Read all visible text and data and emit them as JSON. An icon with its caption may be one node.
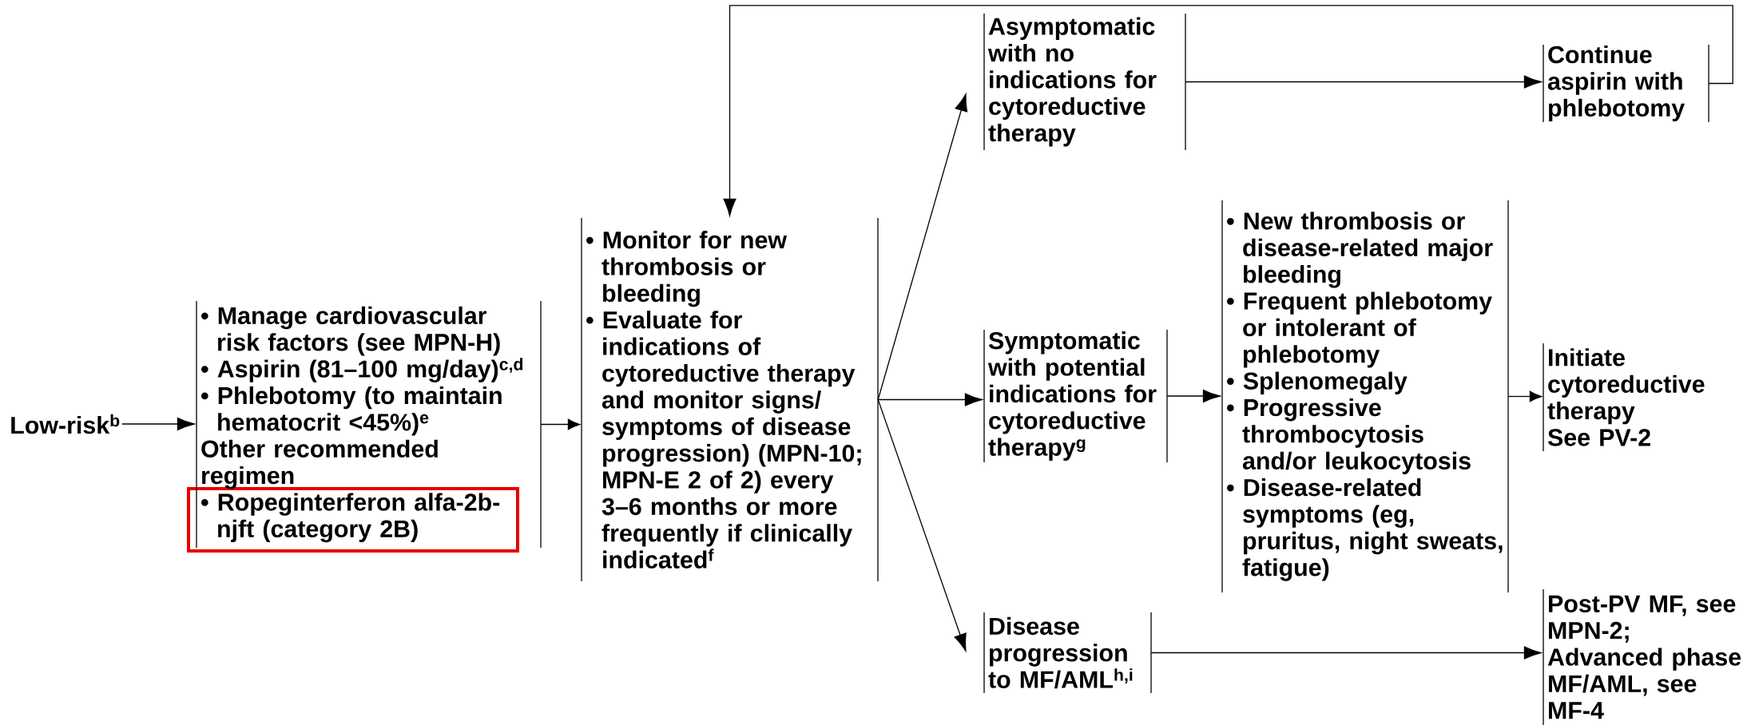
{
  "diagram": {
    "nodes": [
      {
        "text": [
          "Low-risk$^{b}$"
        ]
      },
      {
        "text": [
          "• Manage cardiovascular risk factors (see MPN-H)",
          "• Aspirin (81–100 mg/day)$^{c,d}$",
          "• Phlebotomy (to maintain hematocrit <45%)$^{e}$",
          "Other recommended regimen",
          "• Ropeginterferon alfa-2b-njft (category 2B)"
        ]
      },
      {
        "text": [
          "• Monitor for new thrombosis or bleeding",
          "• Evaluate for indications of cytoreductive therapy and monitor signs/ symptoms of disease progression) (MPN-10; MPN-E 2 of 2) every 3–6 months or more frequently if clinically indicated$^{f}$"
        ]
      },
      {
        "text": [
          "Asymptomatic with no indications for cytoreductive therapy"
        ]
      },
      {
        "text": [
          "Continue aspirin with phlebotomy"
        ]
      },
      {
        "text": [
          "Symptomatic with potential indications for cytoreductive therapy$^{g}$"
        ]
      },
      {
        "text": [
          "• New thrombosis or disease-related major bleeding",
          "• Frequent phlebotomy or intolerant of phlebotomy",
          "• Splenomegaly",
          "• Progressive thrombocytosis and/or leukocytosis",
          "• Disease-related symptoms (eg, pruritus, night sweats, fatigue)"
        ]
      },
      {
        "text": [
          "Initiate cytoreductive therapy",
          "See PV-2"
        ]
      },
      {
        "text": [
          "Disease progression to MF/AML$^{h,i}$"
        ]
      },
      {
        "text": [
          "Post-PV MF, see MPN-2;",
          "Advanced phase MF/AML, see MF-4"
        ]
      }
    ],
    "edges": [
      {
        "from": 0,
        "to": 1,
        "arrow": "to"
      },
      {
        "from": 1,
        "to": 2,
        "arrow": "to"
      },
      {
        "from": 2,
        "to": 3,
        "arrow": "to"
      },
      {
        "from": 2,
        "to": 5,
        "arrow": "to"
      },
      {
        "from": 2,
        "to": 8,
        "arrow": "to"
      },
      {
        "from": 3,
        "to": 4,
        "arrow": "to"
      },
      {
        "from": 4,
        "to": 2,
        "arrow": "to"
      },
      {
        "from": 5,
        "to": 6,
        "arrow": "to"
      },
      {
        "from": 6,
        "to": 7,
        "arrow": "to"
      },
      {
        "from": 8,
        "to": 9,
        "arrow": "to"
      }
    ]
  }
}
